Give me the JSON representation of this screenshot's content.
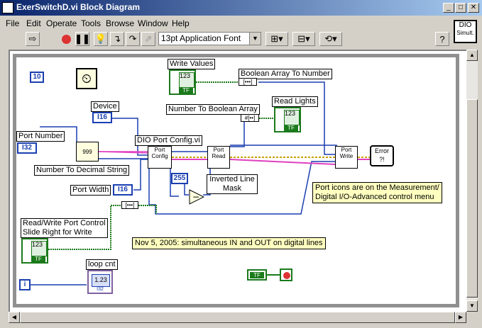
{
  "window": {
    "title": "ExerSwitchD.vi Block Diagram",
    "buttons": [
      "_",
      "□",
      "✕"
    ]
  },
  "menu": [
    "File",
    "Edit",
    "Operate",
    "Tools",
    "Browse",
    "Window",
    "Help"
  ],
  "toolbar": {
    "font": "13pt Application Font"
  },
  "vi_icon": {
    "line1": "DIO",
    "line2": "Simult."
  },
  "diagram": {
    "const10": "10",
    "device_label": "Device",
    "device_type": "I16",
    "port_number_label": "Port Number",
    "port_number_type": "I32",
    "port_width_label": "Port Width",
    "port_width_type": "I16",
    "num_to_dec_label": "Number To Decimal String",
    "num_to_dec_icon": "999",
    "dio_config_label": "DIO Port Config.vi",
    "port_config_text": "Port Config",
    "port_read_text": "Port Read",
    "port_write_text": "Port Write",
    "error_text": "Error",
    "write_values_label": "Write Values",
    "bool_to_num_label": "Boolean Array To Number",
    "num_to_bool_label": "Number To Boolean Array",
    "read_lights_label": "Read Lights",
    "const255": "255",
    "inverted_label": "Inverted Line Mask",
    "rw_label_line1": "Read/Write  Port Control",
    "rw_label_line2": "Slide Right for Write",
    "loop_label": "loop cnt",
    "loop_i": "i",
    "note_ports_line1": "Port icons are on the Measurement/",
    "note_ports_line2": "Digital I/O-Advanced control menu",
    "note_date": "Nov 5, 2005: simultaneous IN and OUT on digital lines",
    "tf_text": "TF",
    "arr_text": "123",
    "dbl_text": "1.23",
    "i32_text": "I32",
    "loop_cnt_type": "I32"
  },
  "colors": {
    "int_wire": "#1a3fb0",
    "bool_wire": "#1b7a1b",
    "string_wire": "#e040c0",
    "error_wire": "#c8a000",
    "title_start": "#0a246a",
    "title_end": "#a6caf0"
  }
}
